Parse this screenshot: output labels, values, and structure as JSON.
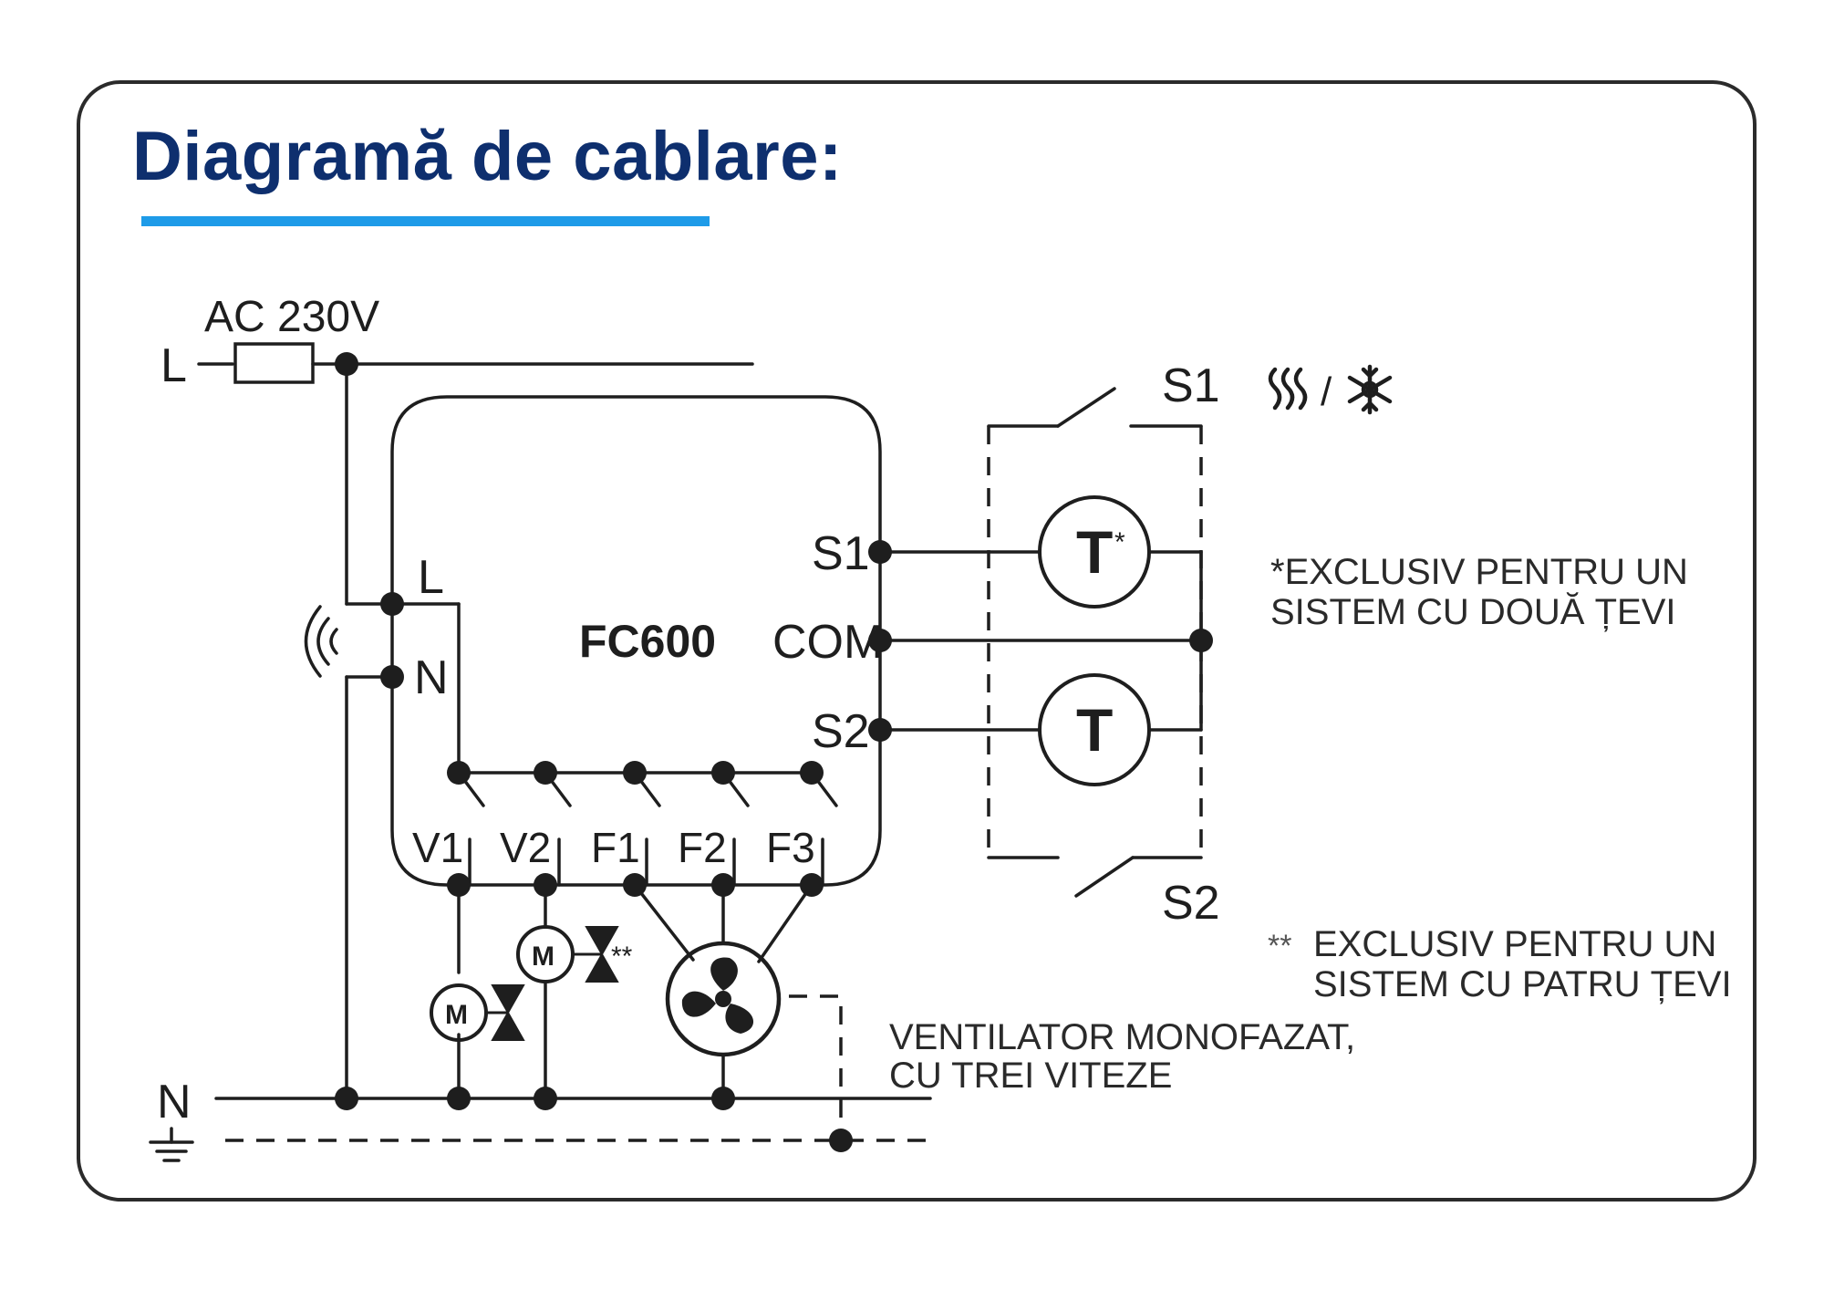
{
  "title": "Diagramă de cablare:",
  "colors": {
    "title": "#0e2f6e",
    "accent_underline": "#1e9be8",
    "lines": "#1e1e1e",
    "frame": "#2b2b2b"
  },
  "supply": {
    "voltage_label": "AC 230V",
    "line_label": "L",
    "neutral_label": "N",
    "ground_symbol": "ground-icon"
  },
  "controller": {
    "name": "FC600",
    "terminals": {
      "L": "L",
      "N": "N",
      "S1": "S1",
      "COM": "COM",
      "S2": "S2",
      "V1": "V1",
      "V2": "V2",
      "F1": "F1",
      "F2": "F2",
      "F3": "F3"
    }
  },
  "sensors": {
    "t1": "T",
    "t1_mark": "*",
    "t2": "T"
  },
  "switches": {
    "s1": "S1",
    "s2": "S2",
    "mode_separator": "/"
  },
  "valves": {
    "motor": "M",
    "four_pipe_mark": "**"
  },
  "notes": {
    "two_pipe_line1": "*EXCLUSIV PENTRU UN",
    "two_pipe_line2": "SISTEM CU DOUĂ ȚEVI",
    "four_pipe_mark": "**",
    "four_pipe_line1": "EXCLUSIV PENTRU UN",
    "four_pipe_line2": "SISTEM CU PATRU ȚEVI",
    "fan_line1": "VENTILATOR MONOFAZAT,",
    "fan_line2": "CU TREI VITEZE"
  }
}
